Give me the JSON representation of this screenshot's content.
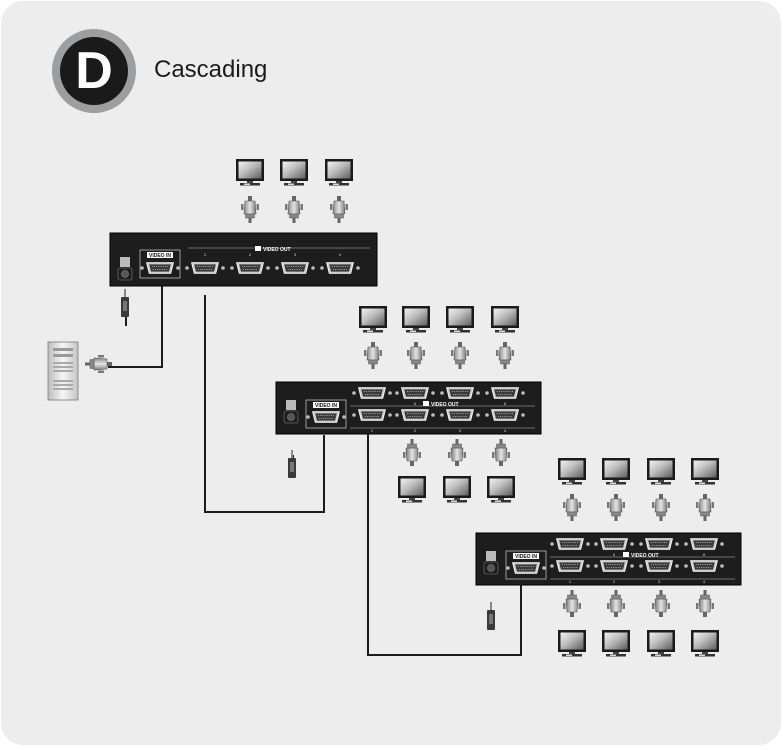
{
  "badge": {
    "letter": "D"
  },
  "title": "Cascading",
  "splitters": [
    {
      "video_in": "VIDEO IN",
      "video_out": "VIDEO OUT",
      "ports": [
        "1",
        "2",
        "3",
        "4"
      ]
    },
    {
      "video_in": "VIDEO IN",
      "video_out": "VIDEO OUT",
      "ports": [
        "1",
        "2",
        "3",
        "4",
        "5",
        "6",
        "7",
        "8"
      ]
    },
    {
      "video_in": "VIDEO IN",
      "video_out": "VIDEO OUT",
      "ports": [
        "1",
        "2",
        "3",
        "4",
        "5",
        "6",
        "7",
        "8"
      ]
    }
  ]
}
